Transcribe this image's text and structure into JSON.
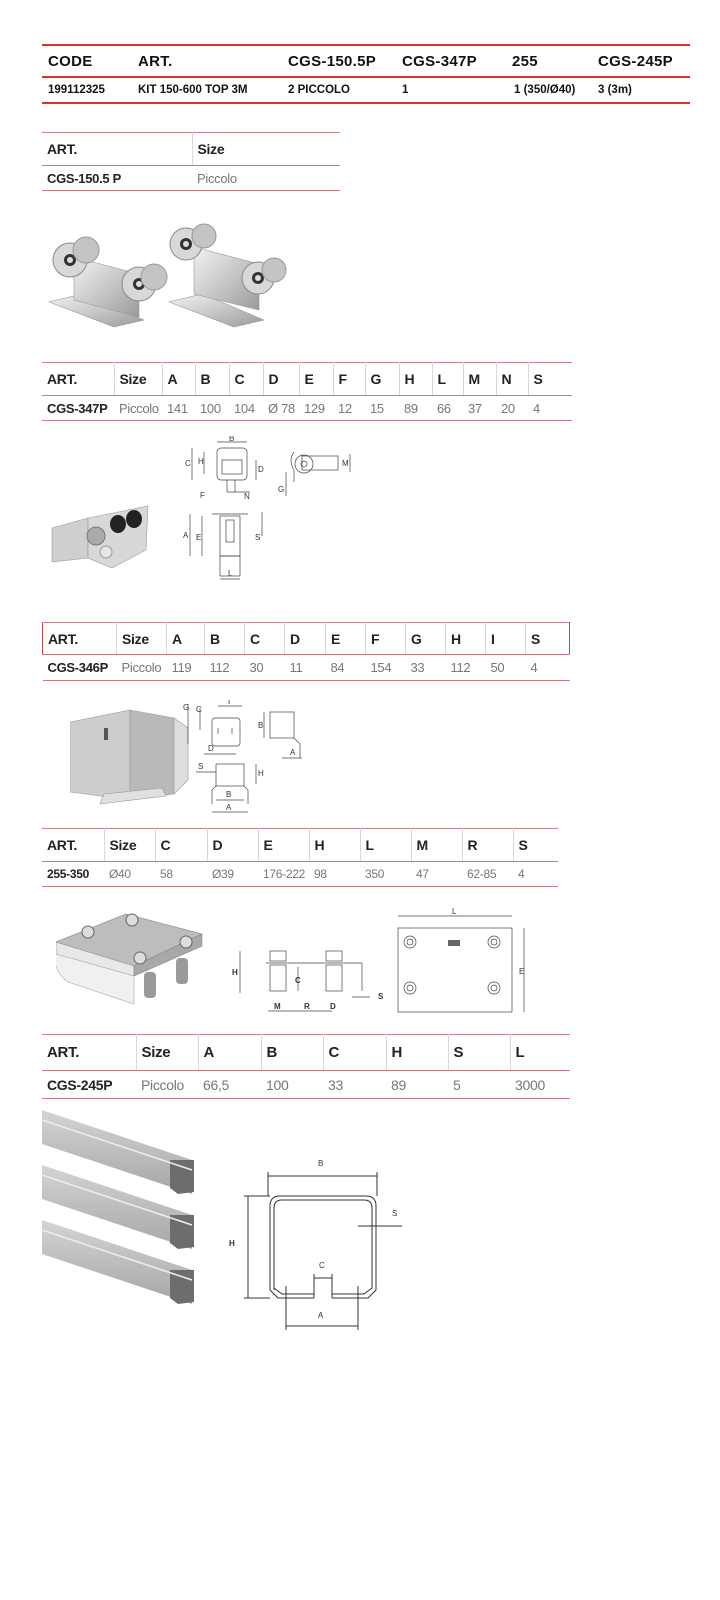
{
  "kit_table": {
    "headers": [
      "CODE",
      "ART.",
      "CGS-150.5P",
      "CGS-347P",
      "255",
      "CGS-245P"
    ],
    "row": [
      "199112325",
      "KIT 150-600 TOP 3M",
      "2 PICCOLO",
      "1",
      "1 (350/Ø40)",
      "3 (3m)"
    ]
  },
  "tables": {
    "cgs_150_5p": {
      "headers": [
        "ART.",
        "Size"
      ],
      "row": [
        "CGS-150.5 P",
        "Piccolo"
      ]
    },
    "cgs_347p": {
      "headers": [
        "ART.",
        "Size",
        "A",
        "B",
        "C",
        "D",
        "E",
        "F",
        "G",
        "H",
        "L",
        "M",
        "N",
        "S"
      ],
      "row": [
        "CGS-347P",
        "Piccolo",
        "141",
        "100",
        "104",
        "Ø 78",
        "129",
        "12",
        "15",
        "89",
        "66",
        "37",
        "20",
        "4"
      ]
    },
    "cgs_346p": {
      "headers": [
        "ART.",
        "Size",
        "A",
        "B",
        "C",
        "D",
        "E",
        "F",
        "G",
        "H",
        "I",
        "S"
      ],
      "row": [
        "CGS-346P",
        "Piccolo",
        "119",
        "112",
        "30",
        "11",
        "84",
        "154",
        "33",
        "112",
        "50",
        "4"
      ]
    },
    "t255_350": {
      "headers": [
        "ART.",
        "Size",
        "C",
        "D",
        "E",
        "H",
        "L",
        "M",
        "R",
        "S"
      ],
      "row": [
        "255-350",
        "Ø40",
        "58",
        "Ø39",
        "176-222",
        "98",
        "350",
        "47",
        "62-85",
        "4"
      ]
    },
    "cgs_245p": {
      "headers": [
        "ART.",
        "Size",
        "A",
        "B",
        "C",
        "H",
        "S",
        "L"
      ],
      "row": [
        "CGS-245P",
        "Piccolo",
        "66,5",
        "100",
        "33",
        "89",
        "5",
        "3000"
      ]
    }
  },
  "figures": {
    "carriage_photo": "two-wheel-carriages-photo",
    "bracket_347_photo": "end-stop-bracket-photo",
    "bracket_347_dims": [
      "B",
      "C",
      "H",
      "D",
      "F",
      "N",
      "A",
      "E",
      "S",
      "L",
      "M",
      "G"
    ],
    "bracket_346_photo": "end-cap-box-photo",
    "bracket_346_dims": [
      "G",
      "C",
      "I",
      "D",
      "B",
      "A",
      "S",
      "H"
    ],
    "guide_255_photo": "upper-guide-roller-photo",
    "guide_255_dims": [
      "H",
      "C",
      "M",
      "R",
      "D",
      "S",
      "L",
      "E"
    ],
    "rail_photo": "steel-rail-photo",
    "rail_dims": [
      "B",
      "S",
      "H",
      "C",
      "A"
    ]
  },
  "colors": {
    "accent_red": "#d9342b",
    "table_rule": "#c97a80"
  }
}
